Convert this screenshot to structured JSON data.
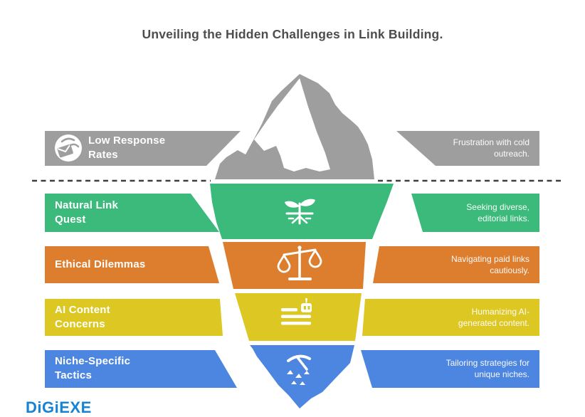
{
  "title": "Unveiling the Hidden Challenges in Link Building.",
  "brand": {
    "name": "DiGiEXE",
    "color": "#1583d6"
  },
  "palette": {
    "above_water_gray": "#9e9e9e",
    "waterline_dash": "#3f3f3f",
    "green": "#3cba7c",
    "orange": "#dd7d2e",
    "yellow": "#ddc722",
    "blue": "#4c86e0",
    "title_text": "#4d4d4d",
    "iceberg_snow": "#ffffff"
  },
  "rows": [
    {
      "zone": "above-water",
      "label": "Low Response Rates",
      "label_lines": [
        "Low Response",
        "Rates"
      ],
      "description": "Frustration with cold outreach.",
      "color": "#9e9e9e",
      "icon": "cold-outreach-globe-icon"
    },
    {
      "zone": "below-water",
      "label": "Natural Link Quest",
      "label_lines": [
        "Natural Link",
        "Quest"
      ],
      "description": "Seeking diverse, editorial links.",
      "color": "#3cba7c",
      "icon": "plant-growth-icon"
    },
    {
      "zone": "below-water",
      "label": "Ethical Dilemmas",
      "label_lines": [
        "Ethical Dilemmas"
      ],
      "description": "Navigating paid links cautiously.",
      "color": "#dd7d2e",
      "icon": "balance-scale-icon"
    },
    {
      "zone": "below-water",
      "label": "AI Content Concerns",
      "label_lines": [
        "AI Content",
        "Concerns"
      ],
      "description": "Humanizing AI-generated content.",
      "color": "#ddc722",
      "icon": "ai-robot-document-icon"
    },
    {
      "zone": "below-water",
      "label": "Niche-Specific Tactics",
      "label_lines": [
        "Niche-Specific",
        "Tactics"
      ],
      "description": "Tailoring strategies for unique niches.",
      "color": "#4c86e0",
      "icon": "pickaxe-mining-icon"
    }
  ]
}
